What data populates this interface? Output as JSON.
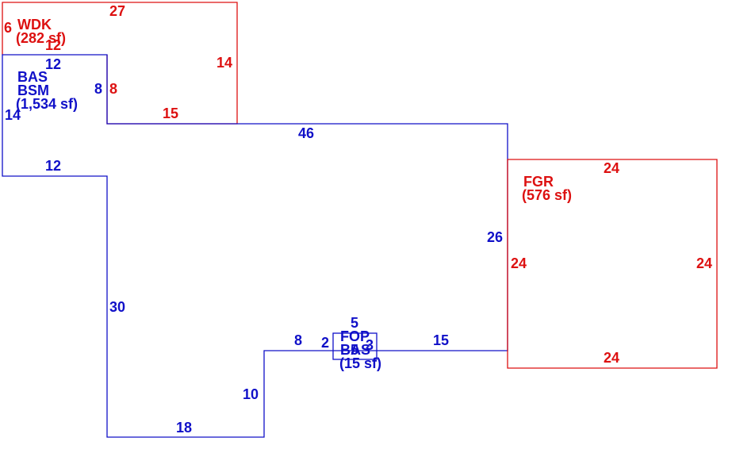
{
  "colors": {
    "living": "#1010c8",
    "other": "#dd1111",
    "background": "#ffffff"
  },
  "areas": {
    "wdk": {
      "name": "WDK",
      "area": "(282 sf)"
    },
    "bas": {
      "name": "BAS",
      "sub": "BSM",
      "area": "(1,534 sf)"
    },
    "fgr": {
      "name": "FGR",
      "area": "(576 sf)"
    },
    "fop": {
      "name": "FOP",
      "sub": "BAS",
      "area": "(15 sf)"
    }
  },
  "dims": {
    "wdk_top": "27",
    "wdk_right": "14",
    "wdk_bottom": "15",
    "wdk_left": "6",
    "wdk_inner_top": "12",
    "wdk_inner_right": "8",
    "bas_top": "12",
    "bas_inner_right": "8",
    "bas_left": "14",
    "bas_step": "12",
    "bas_long_top": "46",
    "bas_vert": "30",
    "bas_bottom": "18",
    "bas_notch_v": "10",
    "bas_notch_h": "8",
    "bas_gap": "2",
    "bas_right_bottom": "15",
    "bas_right": "26",
    "fgr_top": "24",
    "fgr_left": "24",
    "fgr_right": "24",
    "fgr_bottom": "24",
    "fop_top": "5",
    "fop_side": "3",
    "fop_bottom": "5"
  }
}
